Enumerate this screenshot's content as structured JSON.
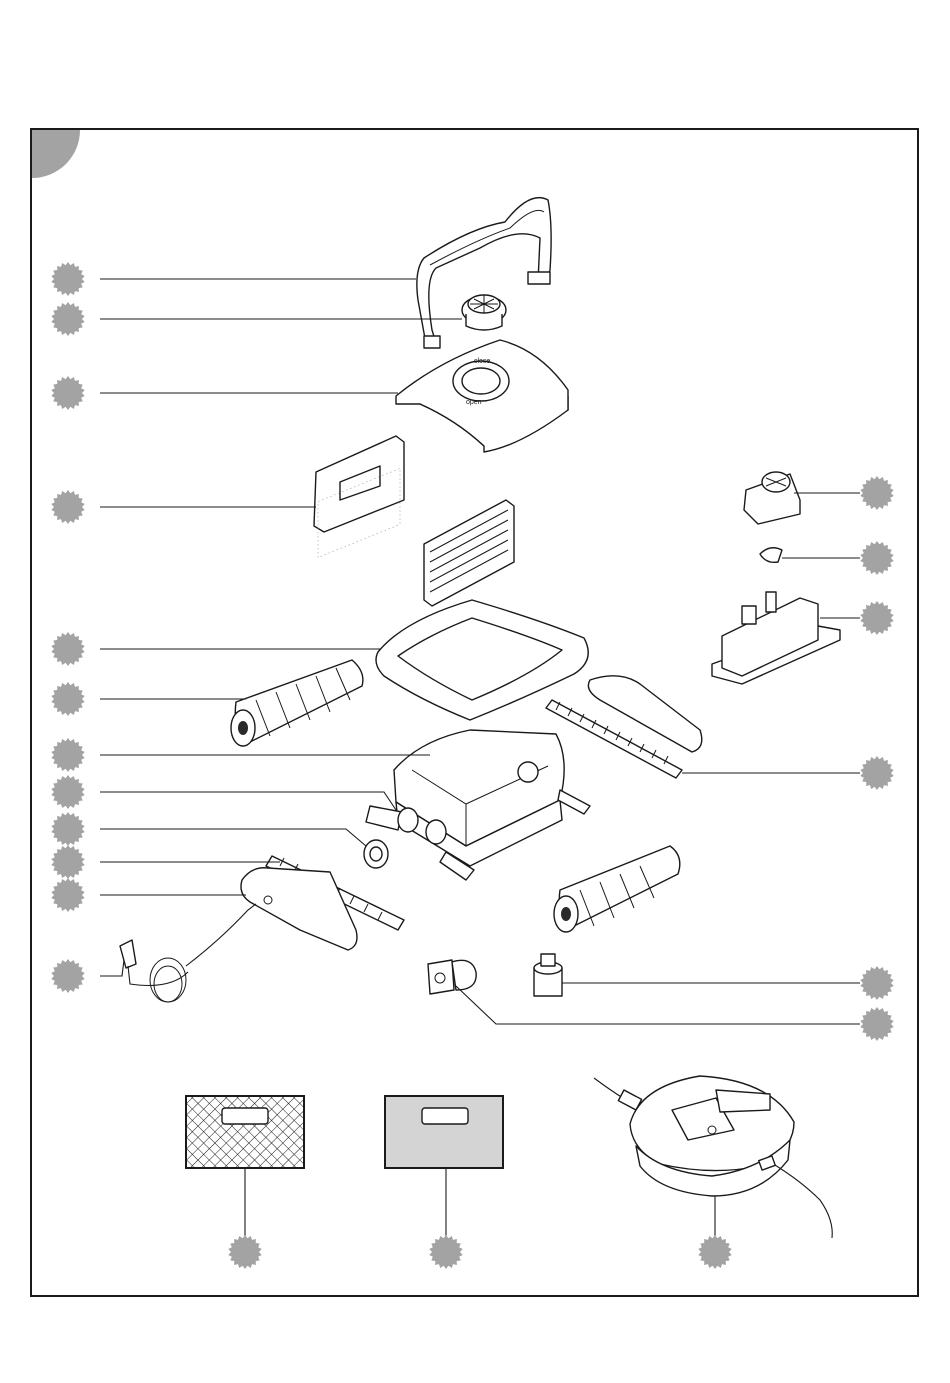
{
  "colors": {
    "line": "#1a1a1a",
    "badge": "#a3a3a3",
    "corner_tab": "#a3a3a3",
    "panel_grey": "#d4d4d4",
    "background": "#ffffff"
  },
  "cover_markings": {
    "top": "close",
    "bottom": "open"
  },
  "callouts": [
    {
      "id": "handle",
      "side": "left"
    },
    {
      "id": "swivel",
      "side": "left"
    },
    {
      "id": "top-cover",
      "side": "left"
    },
    {
      "id": "filter-panel",
      "side": "left"
    },
    {
      "id": "frame-ring",
      "side": "left"
    },
    {
      "id": "brush-roller-upper",
      "side": "left"
    },
    {
      "id": "chassis-body",
      "side": "left"
    },
    {
      "id": "side-bushing",
      "side": "left"
    },
    {
      "id": "round-bushing",
      "side": "left"
    },
    {
      "id": "track",
      "side": "left"
    },
    {
      "id": "side-plate",
      "side": "left"
    },
    {
      "id": "floating-cable",
      "side": "left"
    },
    {
      "id": "impeller-motor",
      "side": "right"
    },
    {
      "id": "propeller",
      "side": "right"
    },
    {
      "id": "drive-unit",
      "side": "right"
    },
    {
      "id": "track-assembly-right",
      "side": "right"
    },
    {
      "id": "drive-motor",
      "side": "right"
    },
    {
      "id": "rotary-connector",
      "side": "right"
    },
    {
      "id": "fine-filter",
      "side": "bottom"
    },
    {
      "id": "ultra-fine-filter",
      "side": "bottom"
    },
    {
      "id": "power-supply",
      "side": "bottom"
    }
  ]
}
